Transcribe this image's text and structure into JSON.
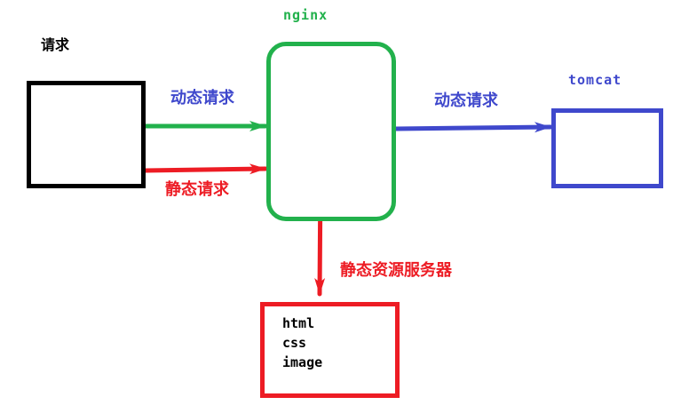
{
  "colors": {
    "black": "#000000",
    "green": "#22B14C",
    "red": "#ED1C24",
    "blue": "#3F48CC",
    "background": "#FFFFFF"
  },
  "nodes": {
    "request": {
      "label": "请求"
    },
    "nginx": {
      "label": "nginx"
    },
    "tomcat": {
      "label": "tomcat"
    },
    "static_server": {
      "lines": [
        "html",
        "css",
        "image"
      ]
    }
  },
  "edge_labels": {
    "dynamic_left": "动态请求",
    "static_left": "静态请求",
    "dynamic_right": "动态请求",
    "static_server": "静态资源服务器"
  }
}
